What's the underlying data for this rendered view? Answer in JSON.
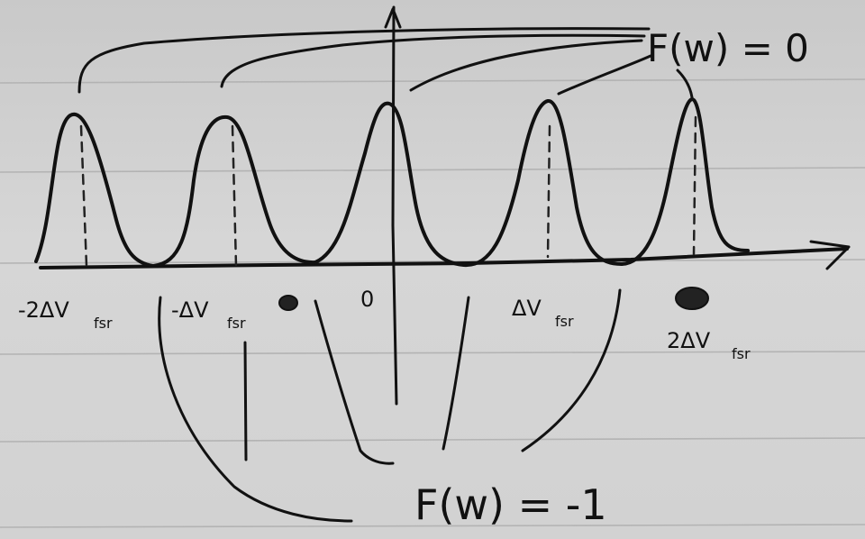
{
  "labels": {
    "tick_neg2": "-2ΔV",
    "tick_neg2_sub": "fsr",
    "tick_neg1": "-ΔV",
    "tick_neg1_sub": "fsr",
    "tick_zero": "0",
    "tick_pos1": "ΔV",
    "tick_pos1_sub": "fsr",
    "tick_pos2": "2ΔV",
    "tick_pos2_sub": "fsr",
    "top_formula": "F(w) = 0",
    "bottom_formula": "F(w) = -1"
  }
}
